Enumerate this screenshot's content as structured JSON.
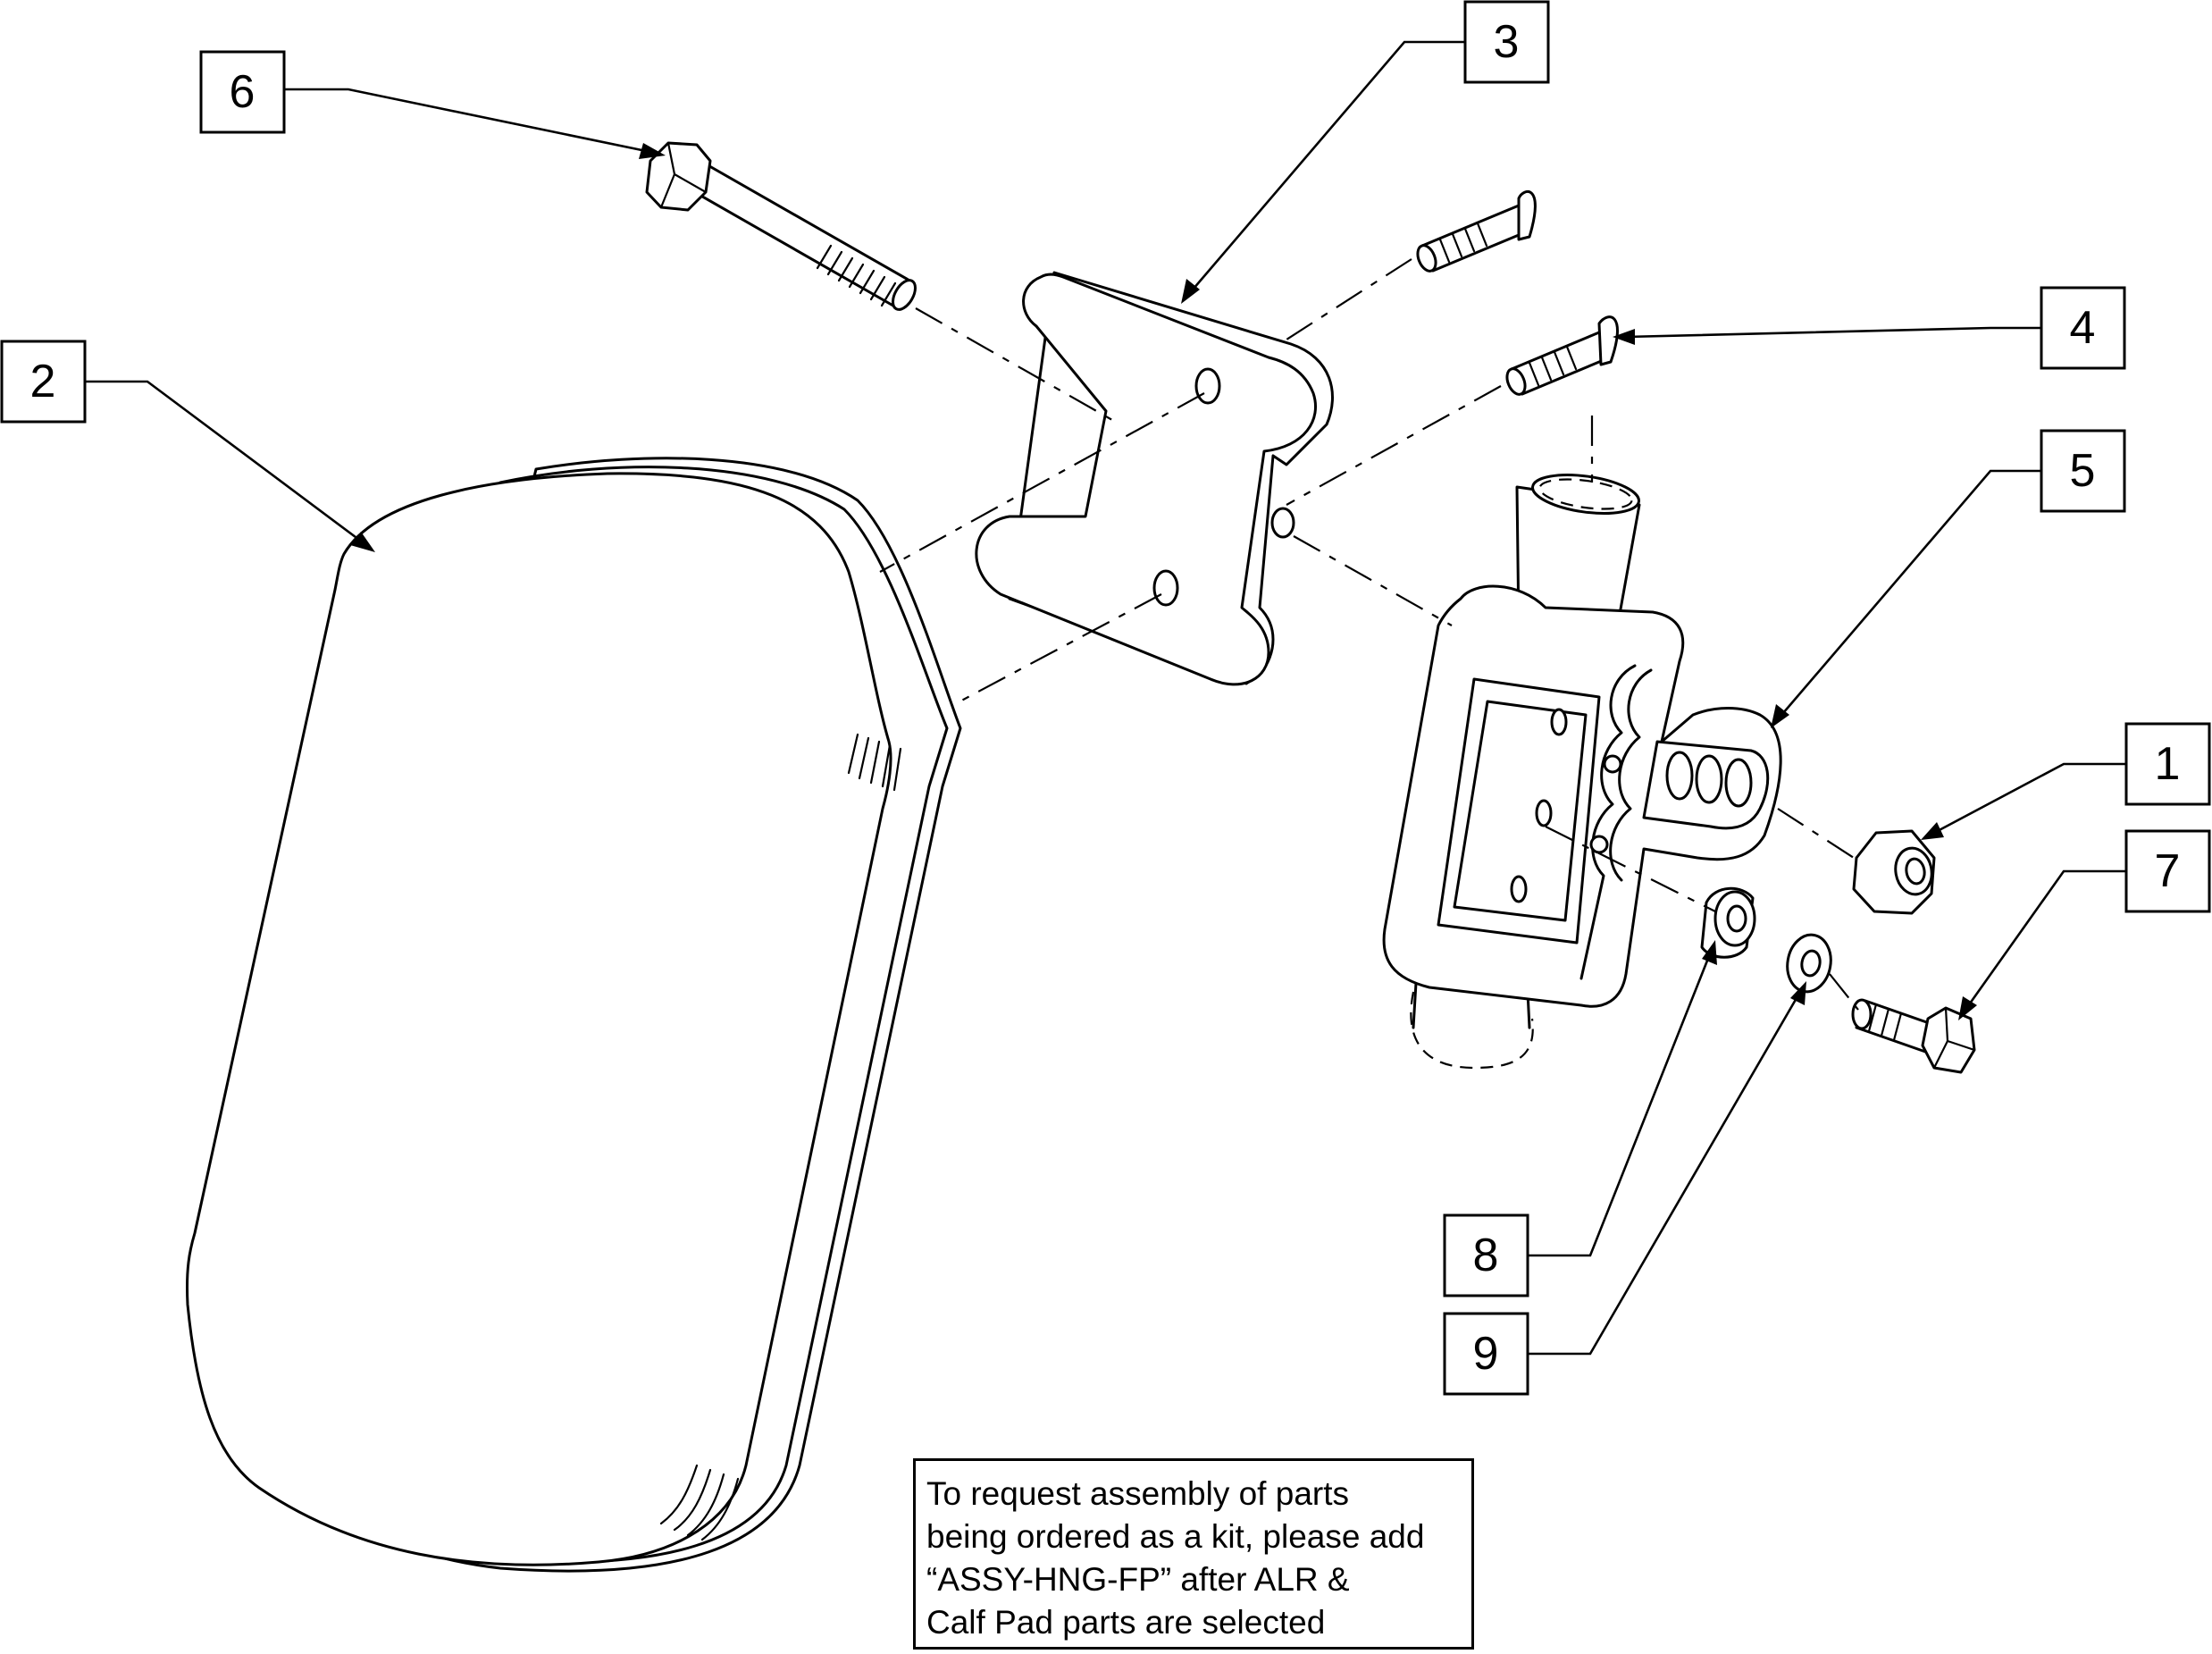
{
  "callouts": [
    {
      "number": "1"
    },
    {
      "number": "2"
    },
    {
      "number": "3"
    },
    {
      "number": "4"
    },
    {
      "number": "5"
    },
    {
      "number": "6"
    },
    {
      "number": "7"
    },
    {
      "number": "8"
    },
    {
      "number": "9"
    }
  ],
  "note": {
    "lines": [
      "To request assembly of parts",
      "being ordered as a kit, please add",
      "“ASSY-HNG-FP” after ALR &",
      "Calf Pad parts are selected"
    ]
  }
}
